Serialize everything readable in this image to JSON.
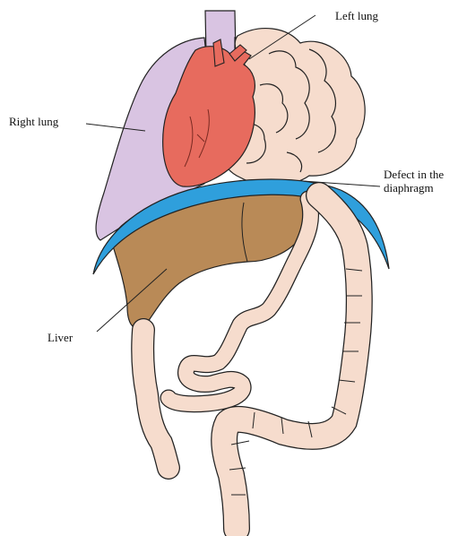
{
  "labels": {
    "left_lung": "Left lung",
    "right_lung": "Right lung",
    "defect_line1": "Defect in the",
    "defect_line2": "diaphragm",
    "liver": "Liver"
  },
  "colors": {
    "lung": "#d9c4e2",
    "heart": "#e76b5e",
    "diaphragm": "#2f9fdc",
    "liver": "#b98a57",
    "bowel": "#f6dccd",
    "outline": "#222222"
  }
}
